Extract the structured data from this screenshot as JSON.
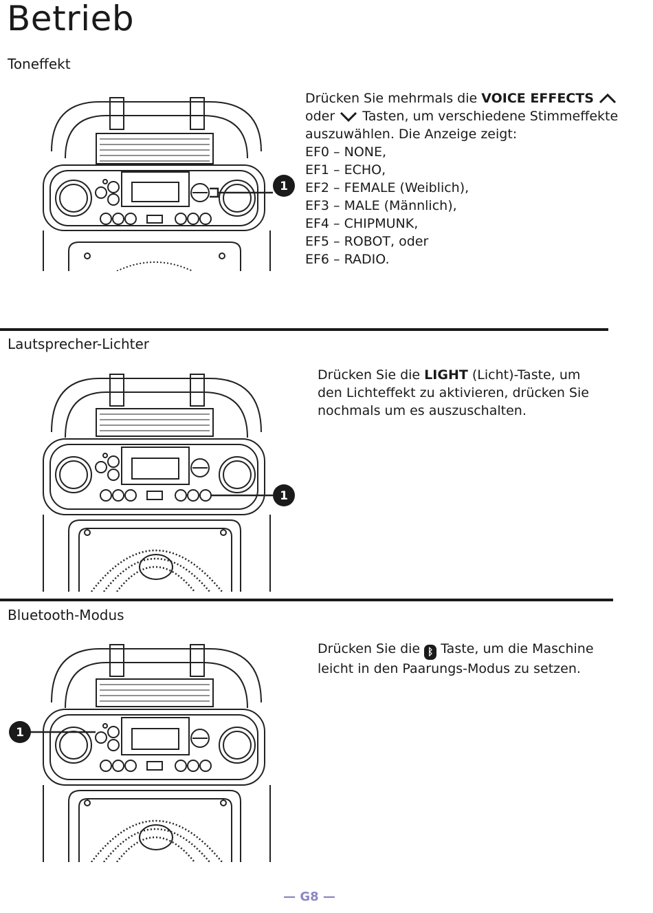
{
  "page": {
    "title": "Betrieb",
    "footer": "— G8 —"
  },
  "sections": [
    {
      "heading": "Toneffekt",
      "intro_before": "Drücken Sie mehrmals die",
      "intro_bold": "VOICE EFFECTS",
      "intro_mid": "oder",
      "intro_after": "Tasten, um verschiedene Stimmeffekte auszuwählen. Die Anzeige zeigt:",
      "up_icon": "chevron-up-icon",
      "down_icon": "chevron-down-icon",
      "effects": [
        "EF0 – NONE,",
        "EF1 – ECHO,",
        "EF2 – FEMALE (Weiblich),",
        "EF3 – MALE (Männlich),",
        "EF4 – CHIPMUNK,",
        "EF5 – ROBOT, oder",
        "EF6 – RADIO."
      ],
      "callout": "1"
    },
    {
      "heading": "Lautsprecher-Lichter",
      "text_before": "Drücken Sie die",
      "text_bold": "LIGHT",
      "text_after": "(Licht)-Taste, um den Lichteffekt zu aktivieren, drücken Sie nochmals um es auszuschalten.",
      "callout": "1"
    },
    {
      "heading": "Bluetooth-Modus",
      "text_before": "Drücken Sie die",
      "bt_icon": "bluetooth-icon",
      "text_after": "Taste, um die Maschine leicht in den Paarungs-Modus zu setzen.",
      "callout": "1"
    }
  ]
}
